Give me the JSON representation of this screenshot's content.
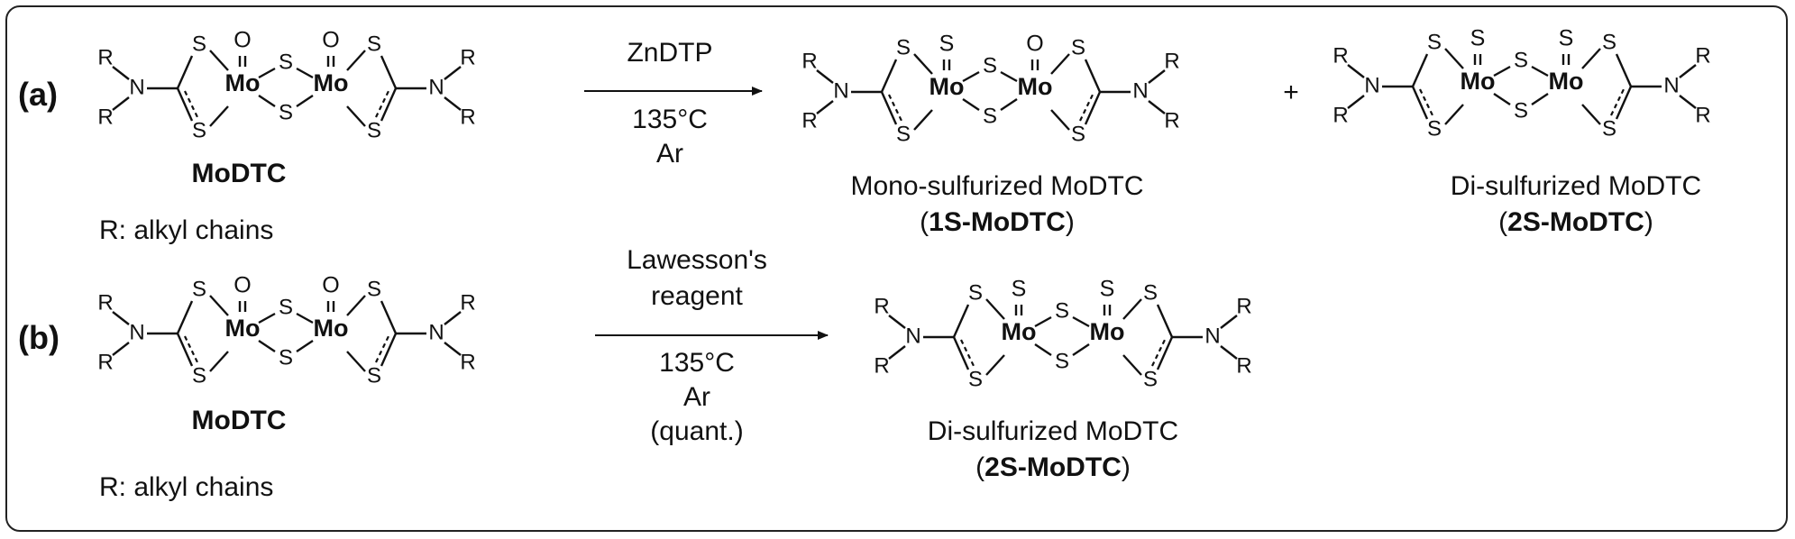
{
  "panels": [
    {
      "tag": "(a)",
      "reactant": {
        "name": "MoDTC",
        "note": "R: alkyl chains"
      },
      "conditions": {
        "reagent": "ZnDTP",
        "temperature": "135°C",
        "atmosphere": "Ar"
      },
      "plus": "+",
      "products": [
        {
          "name": "Mono-sulfurized MoDTC",
          "code": "1S-MoDTC",
          "top_left": "S",
          "top_right": "O"
        },
        {
          "name": "Di-sulfurized MoDTC",
          "code": "2S-MoDTC",
          "top_left": "S",
          "top_right": "S"
        }
      ]
    },
    {
      "tag": "(b)",
      "reactant": {
        "name": "MoDTC",
        "note": "R: alkyl chains"
      },
      "conditions": {
        "reagent_line1": "Lawesson's",
        "reagent_line2": "reagent",
        "temperature": "135°C",
        "atmosphere": "Ar",
        "yield": "(quant.)"
      },
      "products": [
        {
          "name": "Di-sulfurized MoDTC",
          "code": "2S-MoDTC",
          "top_left": "S",
          "top_right": "S"
        }
      ]
    }
  ],
  "atoms": {
    "R": "R",
    "N": "N",
    "S": "S",
    "Mo": "Mo",
    "O": "O",
    "open_paren": "(",
    "close_paren": ")"
  },
  "colors": {
    "sulfur_highlight": "#3a56e0",
    "ink": "#111111",
    "frame": "#222222"
  }
}
